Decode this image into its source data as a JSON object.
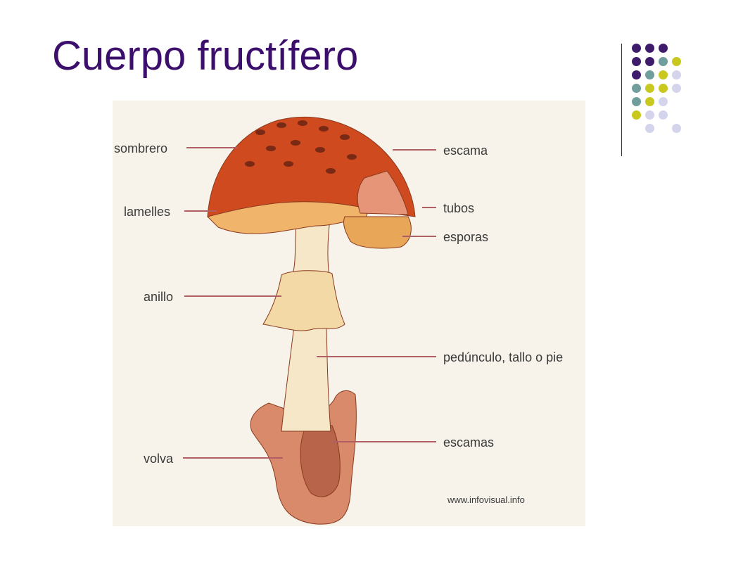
{
  "slide": {
    "title": "Cuerpo fructífero"
  },
  "colors": {
    "title": "#3b0f6b",
    "label": "#3a3a3a",
    "leader_line": "#b05f64",
    "panel_bg": "#f7f3ea",
    "rule": "#333333",
    "cap": "#cf4a1e",
    "gills": "#f0b46a",
    "stem": "#f6e7c8",
    "volva": "#d98a6a",
    "deco_purple": "#3e1c6b",
    "deco_teal": "#6f9e9c",
    "deco_yellow": "#c8c81e",
    "deco_lavender": "#d4d4ec"
  },
  "deco_dots": [
    [
      "purple",
      "purple",
      "purple"
    ],
    [
      "purple",
      "purple",
      "teal",
      "yellow"
    ],
    [
      "purple",
      "teal",
      "yellow",
      "lavender"
    ],
    [
      "teal",
      "yellow",
      "yellow",
      "lavender"
    ],
    [
      "teal",
      "yellow",
      "lavender",
      ""
    ],
    [
      "yellow",
      "lavender",
      "lavender",
      ""
    ],
    [
      "",
      "lavender",
      "",
      "lavender"
    ]
  ],
  "diagram": {
    "labels": {
      "sombrero": "sombrero",
      "lamelles": "lamelles",
      "anillo": "anillo",
      "volva": "volva",
      "escama": "escama",
      "tubos": "tubos",
      "esporas": "esporas",
      "pedunculo": "pedúnculo, tallo o pie",
      "escamas": "escamas"
    },
    "credit": "www.infovisual.info"
  }
}
